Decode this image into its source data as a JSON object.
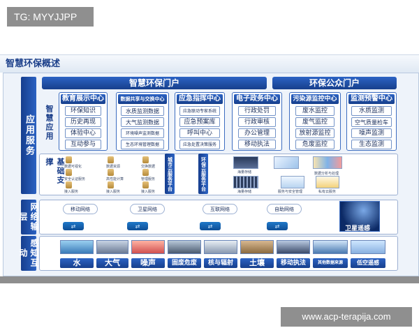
{
  "tag": "TG: MYYJJPP",
  "watermark": "www.acp-terapija.com",
  "title": "智慧环保概述",
  "layers": {
    "app_service": "应用服务",
    "base_support": "基础支撑",
    "network": "网络输层",
    "sensing": "感知互动"
  },
  "smart_app_label": "智慧应用",
  "portal_main": "智慧环保门户",
  "portal_public": "环保公众门户",
  "columns": [
    {
      "head": "教育展示中心",
      "items": [
        "环保知识",
        "历史再现",
        "体验中心",
        "互动参与"
      ]
    },
    {
      "head": "数据共享与交换中心",
      "items": [
        "水质监测数据",
        "大气监测数据",
        "环境噪声监测数据",
        "生态环境管理数据"
      ]
    },
    {
      "head": "应急指挥中心",
      "items": [
        "应急联动专家系统",
        "应急预案库",
        "呼叫中心",
        "应急处置决策服务"
      ]
    },
    {
      "head": "电子政务中心",
      "items": [
        "行政处罚",
        "行政审核",
        "办公管理",
        "移动执法"
      ]
    },
    {
      "head": "污染源监控中心",
      "items": [
        "废水监控",
        "废气监控",
        "放射源监控",
        "危废监控"
      ]
    },
    {
      "head": "监测预警中心",
      "items": [
        "水质监测",
        "空气质量检车",
        "噪声监测",
        "生态监测"
      ]
    }
  ],
  "db_labels": [
    "数据可视化",
    "数据资源",
    "交换数据",
    "安全认证服务",
    "高性能计算",
    "管理服务",
    "接入服务",
    "接入服务",
    "接入服务"
  ],
  "city_cloud": "城市云服务平台",
  "env_cloud": "环保云服务平台",
  "cloud_thumbs": [
    "海量存储",
    "",
    "",
    "海量存储",
    "服务与安全管理",
    "数据分析与处理",
    "私有云服务"
  ],
  "networks": [
    "移动网络",
    "卫星网络",
    "互联网络",
    "自助网络"
  ],
  "satellite": "卫星遥感",
  "sensing": [
    "水",
    "大气",
    "噪声",
    "固废危废",
    "核与辐射",
    "土壤",
    "移动执法",
    "其他数据来源",
    "低空遥感"
  ]
}
